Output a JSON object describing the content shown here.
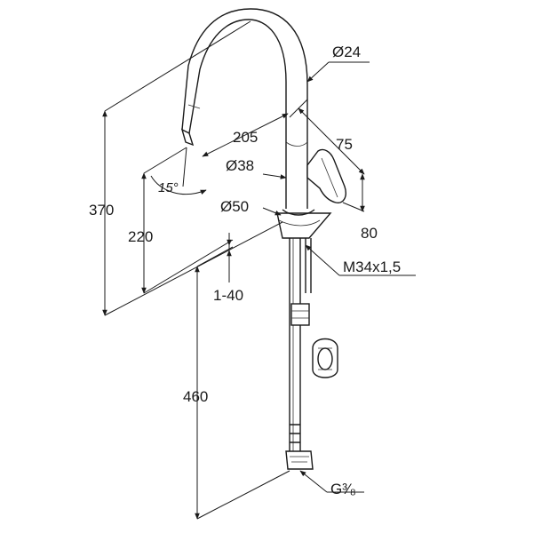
{
  "dimensions": {
    "diameter_24": "Ø24",
    "length_205": "205",
    "width_75": "75",
    "diameter_38": "Ø38",
    "diameter_50": "Ø50",
    "height_370": "370",
    "height_220": "220",
    "angle_15": "15°",
    "height_80": "80",
    "thread_m34": "M34x1,5",
    "range_1_40": "1-40",
    "hose_460": "460",
    "connection_g38": "G³⁄₈"
  }
}
